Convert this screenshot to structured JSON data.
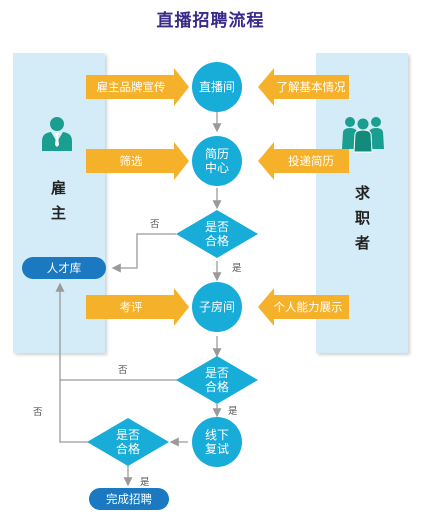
{
  "title": "直播招聘流程",
  "employer_label": "雇主",
  "seeker_label": "求职者",
  "icons": {
    "employer": "businessman-icon",
    "seeker": "people-group-icon"
  },
  "colors": {
    "node": "#18acd8",
    "arrow": "#f6b12b",
    "panel": "#d4ebf8",
    "pill": "#1a79c0",
    "title": "#3a2a8a"
  },
  "nodes": {
    "live_room": "直播间",
    "resume_center": "简历\n中心",
    "sub_room": "子房间",
    "offline_retest": "线下\n复试"
  },
  "decisions": {
    "d1": "是否\n合格",
    "d2": "是否\n合格",
    "d3": "是否\n合格"
  },
  "pills": {
    "talent_pool": "人才库",
    "complete": "完成招聘"
  },
  "left_arrows": [
    "雇主品牌宣传",
    "筛选",
    "考评"
  ],
  "right_arrows": [
    "了解基本情况",
    "投递简历",
    "个人能力展示"
  ],
  "edge_labels": {
    "no1": "否",
    "yes1": "是",
    "no2": "否",
    "yes2": "是",
    "no3": "否",
    "yes3": "是"
  }
}
